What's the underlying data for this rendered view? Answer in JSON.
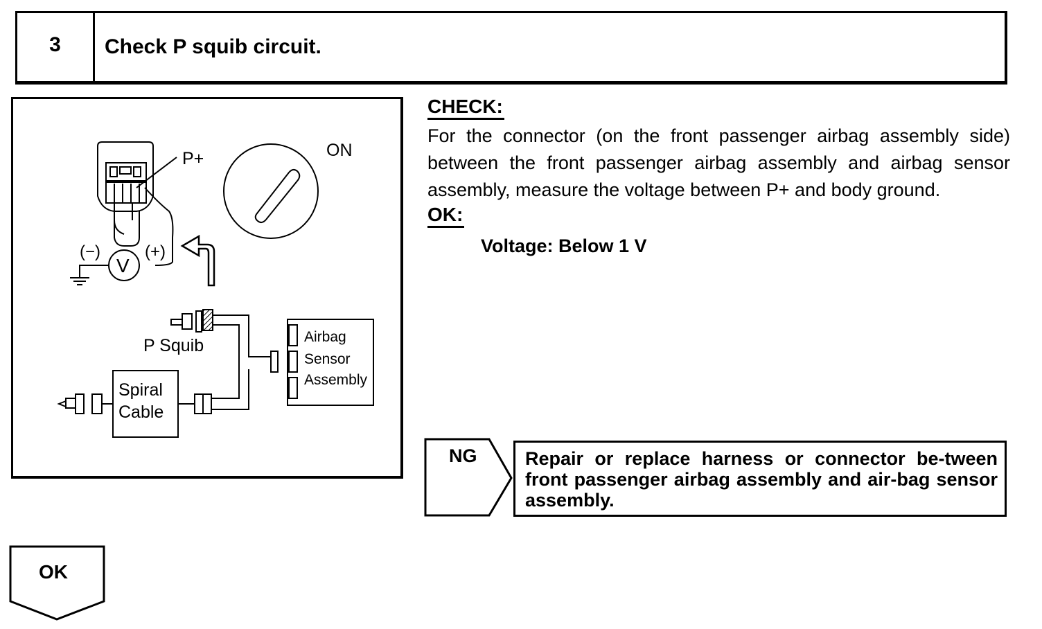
{
  "step": {
    "number": "3",
    "title": "Check P squib circuit."
  },
  "diagram": {
    "terminal_label": "P+",
    "ignition_label": "ON",
    "minus_label": "(−)",
    "plus_label": "(+)",
    "voltmeter_label": "V",
    "p_squib_label": "P Squib",
    "spiral_cable_line1": "Spiral",
    "spiral_cable_line2": "Cable",
    "airbag_line1": "Airbag",
    "airbag_line2": "Sensor",
    "airbag_line3": "Assembly"
  },
  "check": {
    "heading": "CHECK:",
    "text": "For the connector (on the front passenger airbag assembly side) between the front passenger airbag assembly and airbag sensor assembly, measure the voltage between P+ and body ground.",
    "ok_heading": "OK:",
    "ok_value": "Voltage: Below 1 V"
  },
  "ng_branch": {
    "label": "NG",
    "action": "Repair or replace harness or connector be-tween front passenger airbag assembly and air-bag sensor assembly."
  },
  "ok_branch": {
    "label": "OK"
  }
}
